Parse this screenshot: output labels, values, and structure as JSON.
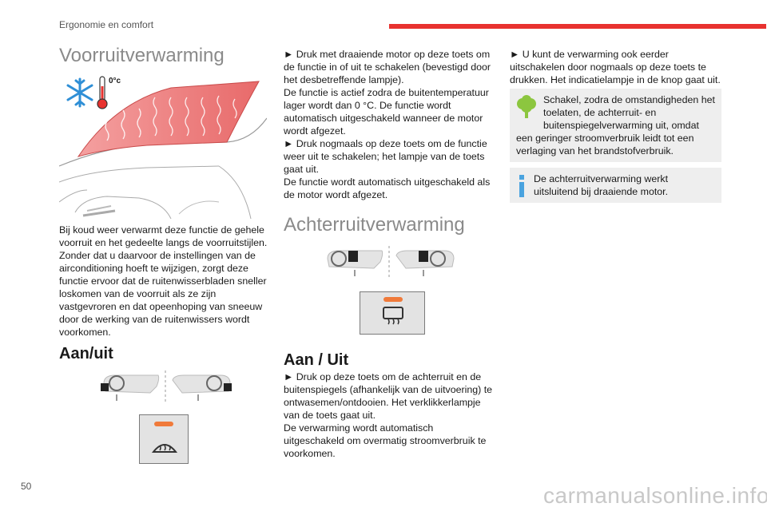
{
  "header": {
    "section": "Ergonomie en comfort"
  },
  "page_number": "50",
  "col1": {
    "title": "Voorruitverwarming",
    "thermo_label": "0°c",
    "paragraph": "Bij koud weer verwarmt deze functie de gehele voorruit en het gedeelte langs de voorruitstijlen. Zonder dat u daarvoor de instellingen van de airconditioning hoeft te wijzigen, zorgt deze functie ervoor dat de ruitenwisserbladen sneller loskomen van de voorruit als ze zijn vastgevroren en dat opeenhoping van sneeuw door de werking van de ruitenwissers wordt voorkomen.",
    "subtitle": "Aan/uit"
  },
  "col2": {
    "bullet1": "► Druk met draaiende motor op deze toets om de functie in of uit te schakelen (bevestigd door het desbetreffende lampje).",
    "text1": "De functie is actief zodra de buitentemperatuur lager wordt dan 0 °C. De functie wordt automatisch uitgeschakeld wanneer de motor wordt afgezet.",
    "bullet2": "► Druk nogmaals op deze toets om de functie weer uit te schakelen; het lampje van de toets gaat uit.",
    "text2": "De functie wordt automatisch uitgeschakeld als de motor wordt afgezet.",
    "title": "Achterruitverwarming",
    "subtitle": "Aan / Uit",
    "bullet3": "► Druk op deze toets om de achterruit en de buitenspiegels (afhankelijk van de uitvoering) te ontwasemen/ontdooien. Het verklikkerlampje van de toets gaat uit.",
    "text3": "De verwarming wordt automatisch uitgeschakeld om overmatig stroomverbruik te voorkomen."
  },
  "col3": {
    "bullet1": "► U kunt de verwarming ook eerder uitschakelen door nogmaals op deze toets te drukken. Het indicatielampje in de knop gaat uit.",
    "eco_note": "Schakel, zodra de omstandigheden het toelaten, de achterruit- en buitenspiegelverwarming uit, omdat een geringer stroomverbruik leidt tot een verlaging van het brandstofverbruik.",
    "info_note": "De achterruitverwarming werkt uitsluitend bij draaiende motor."
  },
  "footer": "carmanualsonline.info",
  "colors": {
    "accent": "#e8322f",
    "eco": "#8cc63f",
    "info": "#4aa3df",
    "lamp": "#f07a3a",
    "snow": "#2f8fd6"
  },
  "icons": [
    "snowflake-icon",
    "thermometer-icon",
    "windscreen-heat-icon",
    "rear-demist-icon",
    "tree-icon",
    "info-icon",
    "steering-wheel-icon"
  ]
}
